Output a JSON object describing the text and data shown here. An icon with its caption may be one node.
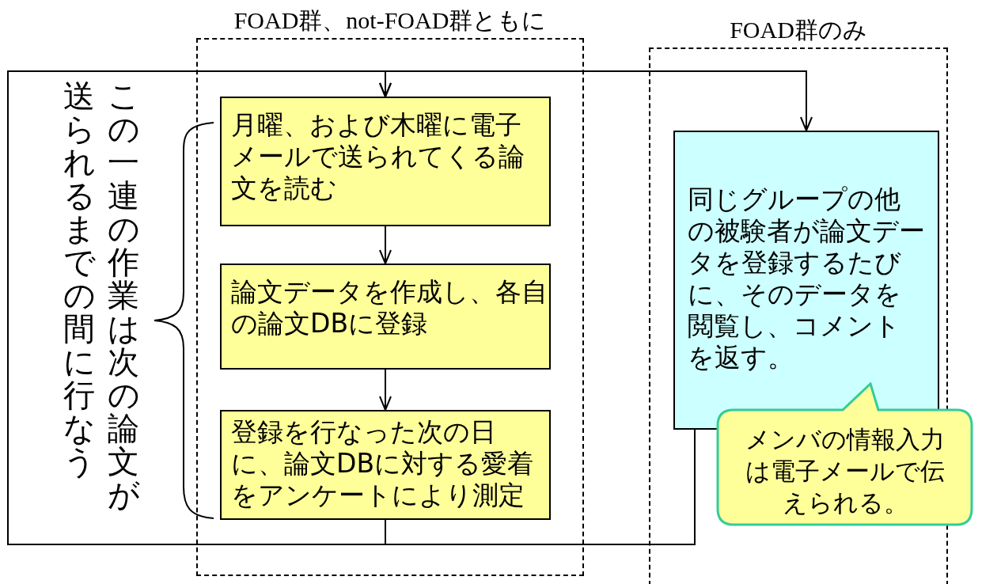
{
  "diagram": {
    "nodes": [
      {
        "text": [
          "FOAD群、not-FOAD群ともに"
        ]
      },
      {
        "text": [
          "FOAD群のみ"
        ]
      },
      {
        "text": [
          "月曜、および木曜に電子メールで送られてくる論文を読む"
        ],
        "in": 0
      },
      {
        "text": [
          "論文データを作成し、各自の論文DBに登録"
        ],
        "in": 0
      },
      {
        "text": [
          "登録を行なった次の日に、論文DBに対する愛着をアンケートにより測定"
        ],
        "in": 0
      },
      {
        "text": [
          "同じグループの他の被験者が論文データを登録するたびに、そのデータを閲覧し、コメントを返す。"
        ],
        "in": 1
      },
      {
        "text": [
          "メンバの情報入力は電子メールで伝えられる。"
        ]
      }
    ],
    "edges": [
      {
        "from": 2,
        "to": 3,
        "arrow": "to"
      },
      {
        "from": 3,
        "to": 4,
        "arrow": "to"
      },
      {
        "from": 4,
        "to": 2,
        "arrow": "to"
      },
      {
        "from": 4,
        "to": 5,
        "arrow": "to"
      },
      {
        "from": 5,
        "to": 2,
        "arrow": "to"
      }
    ],
    "labels": [
      "この一連の作業は次の論文が送られるまでの間に行なう"
    ]
  }
}
